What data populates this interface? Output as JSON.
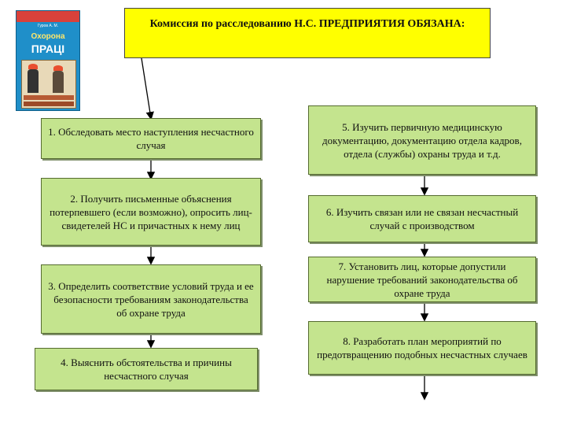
{
  "header": {
    "title": "Комиссия по расследованию Н.С. ПРЕДПРИЯТИЯ ОБЯЗАНА:"
  },
  "book_cover": {
    "author": "Гуров А. М.",
    "title_line1": "Охорона",
    "title_line2": "ПРАЦІ"
  },
  "left_steps": [
    "1. Обследовать место наступления несчастного случая",
    "2. Получить письменные объяснения потерпевшего (если возможно), опросить лиц-свидетелей НС и причастных к нему лиц",
    "3. Определить соответствие условий труда и ее безопасности требованиям законодательства об охране труда",
    "4. Выяснить обстоятельства и причины несчастного случая"
  ],
  "right_steps": [
    "5. Изучить первичную медицинскую документацию, документацию отдела кадров, отдела (службы) охраны труда и т.д.",
    "6. Изучить связан или не связан несчастный случай с производством",
    "7. Установить лиц, которые допустили нарушение требований законодательства об охране труда",
    "8. Разработать план мероприятий по предотвращению подобных несчастных случаев"
  ],
  "colors": {
    "header_fill": "#ffff00",
    "step_fill": "#c4e48e",
    "arrow": "#000000"
  }
}
